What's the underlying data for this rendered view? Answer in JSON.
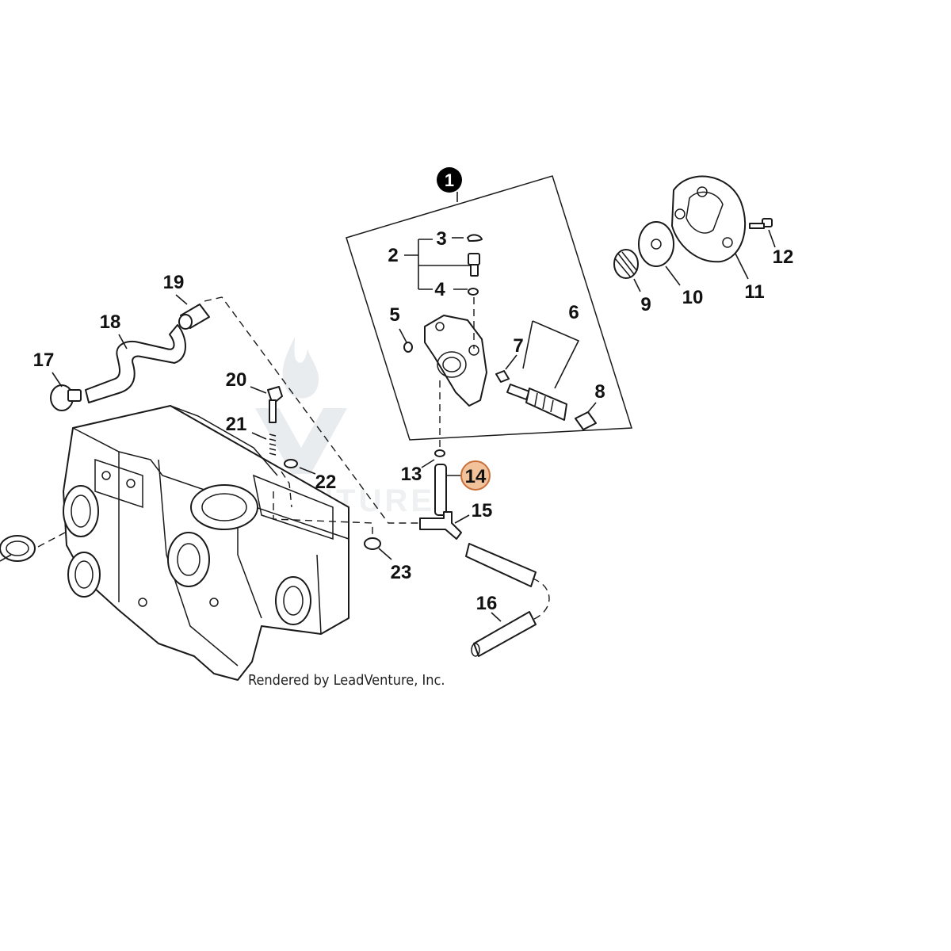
{
  "callouts": {
    "c1": "1",
    "c2": "2",
    "c3": "3",
    "c4": "4",
    "c5": "5",
    "c6": "6",
    "c7": "7",
    "c8": "8",
    "c9": "9",
    "c10": "10",
    "c11": "11",
    "c12": "12",
    "c13": "13",
    "c14": "14",
    "c15": "15",
    "c16": "16",
    "c17": "17",
    "c18": "18",
    "c19": "19",
    "c20": "20",
    "c21": "21",
    "c22": "22",
    "c23": "23"
  },
  "credit": "Rendered by LeadVenture, Inc.",
  "watermark": "LEADVENTURE",
  "colors": {
    "highlight_fill": "#f2c29b",
    "highlight_stroke": "#c8703a",
    "badge_fill": "#000000",
    "line": "#1a1a1a"
  }
}
